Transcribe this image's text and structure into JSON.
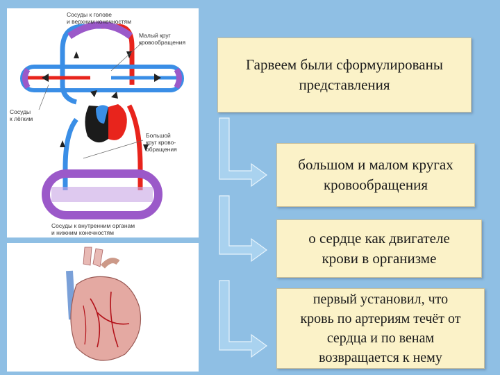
{
  "title": {
    "line1": "Гарвеем были сформулированы",
    "line2": "представления"
  },
  "items": [
    {
      "line1": "большом и малом кругах",
      "line2": "кровообращения"
    },
    {
      "line1": "о сердце как двигателе",
      "line2": "крови в организме"
    },
    {
      "line1": "первый установил, что",
      "line2": "кровь по артериям течёт от",
      "line3": "сердца и по венам",
      "line4": "возвращается к нему"
    }
  ],
  "diagram_labels": {
    "head": {
      "line1": "Сосуды к голове",
      "line2": "и верхним конечностям"
    },
    "small_circle": {
      "line1": "Малый круг",
      "line2": "кровообращения"
    },
    "lungs": {
      "line1": "Сосуды",
      "line2": "к лёгким"
    },
    "big_circle": {
      "line1": "Большой",
      "line2": "круг крово-",
      "line3": "обращения"
    },
    "organs": {
      "line1": "Сосуды к внутренним органам",
      "line2": "и нижним конечностям"
    }
  },
  "colors": {
    "artery": "#e8241c",
    "vein": "#3a8ee6",
    "capillary": "#9b59c9",
    "box_fill": "#fbf2c8",
    "background": "#8fbfe4"
  }
}
